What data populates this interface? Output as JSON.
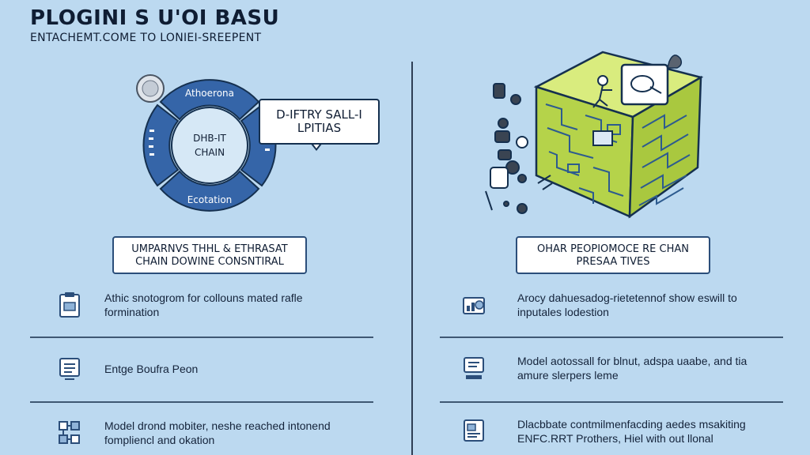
{
  "header": {
    "title": "PLOGINI S U'OI BASU",
    "subtitle": "ENTACHEMT.COME TO LONIEI-SREEPENT"
  },
  "ring": {
    "center_line1": "DHB-IT",
    "center_line2": "CHAIN",
    "segment_top": "Athoerona",
    "segment_bottom": "Ecotation"
  },
  "callout": {
    "line1": "D-IFTRY SALL-I",
    "line2": "LPITIAS"
  },
  "left_box": {
    "line1": "UMPARNVS THHL & ETHRASAT",
    "line2": "CHAIN DOWINE CONSNTIRAL"
  },
  "right_box": {
    "line1": "OHAR PEOPIOMOCE RE CHAN",
    "line2": "PRESAA TIVES"
  },
  "left_rows": [
    {
      "icon": "clipboard-icon",
      "line1": "Athic snotogrom for collouns mated rafle",
      "line2": "formination"
    },
    {
      "icon": "monitor-list-icon",
      "line1": "Entge Boufra Peon",
      "line2": ""
    },
    {
      "icon": "network-icon",
      "line1": "Model drond mobiter, neshe reached intonend",
      "line2": "fompliencl and okation"
    }
  ],
  "right_rows": [
    {
      "icon": "chart-icon",
      "line1": "Arocy dahuesadog-rietetennof show eswill to",
      "line2": "inputales lodestion"
    },
    {
      "icon": "computer-icon",
      "line1": "Model aotossall for blnut, adspa uaabe, and tia",
      "line2": "amure slerpers leme"
    },
    {
      "icon": "document-screen-icon",
      "line1": "Dlacbbate contmilmenfacding aedes msakiting",
      "line2": "ENFC.RRT Prothers, Hiel with out llonal"
    }
  ],
  "colors": {
    "background": "#bcd9f0",
    "ring_blue": "#3565a8",
    "cube_green": "#b5d34a",
    "navy": "#15304f"
  }
}
